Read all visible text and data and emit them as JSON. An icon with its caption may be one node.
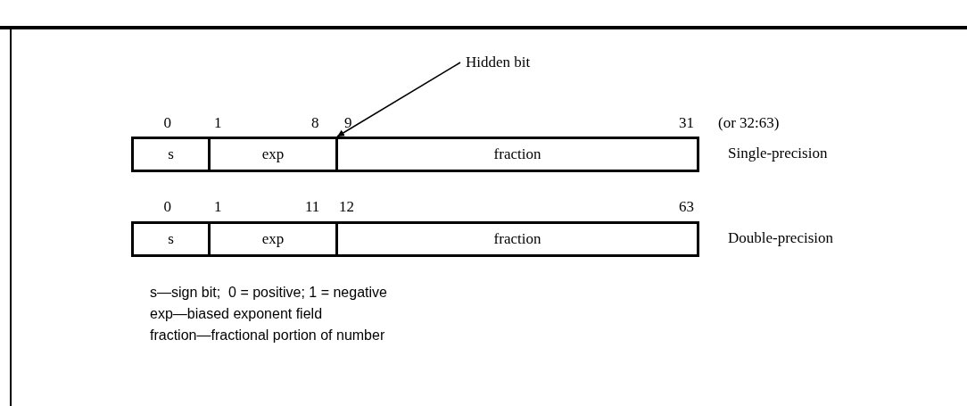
{
  "diagram": {
    "nodes": [
      {
        "text": [
          "Hidden bit"
        ]
      },
      {
        "text": [
          "s"
        ]
      },
      {
        "text": [
          "exp"
        ]
      },
      {
        "text": [
          "fraction"
        ]
      },
      {
        "text": [
          "s"
        ]
      },
      {
        "text": [
          "exp"
        ]
      },
      {
        "text": [
          "fraction"
        ]
      }
    ],
    "edges": [
      {
        "from": 0,
        "to": 2,
        "arrow": "to"
      }
    ],
    "labels": [
      "0",
      "1",
      "8",
      "9",
      "31",
      "(or 32:63)",
      "Single-precision",
      "0",
      "1",
      "11",
      "12",
      "63",
      "Double-precision",
      "s—sign bit;  0 = positive; 1 = negative",
      "exp—biased exponent field",
      "fraction—fractional portion of number"
    ]
  }
}
